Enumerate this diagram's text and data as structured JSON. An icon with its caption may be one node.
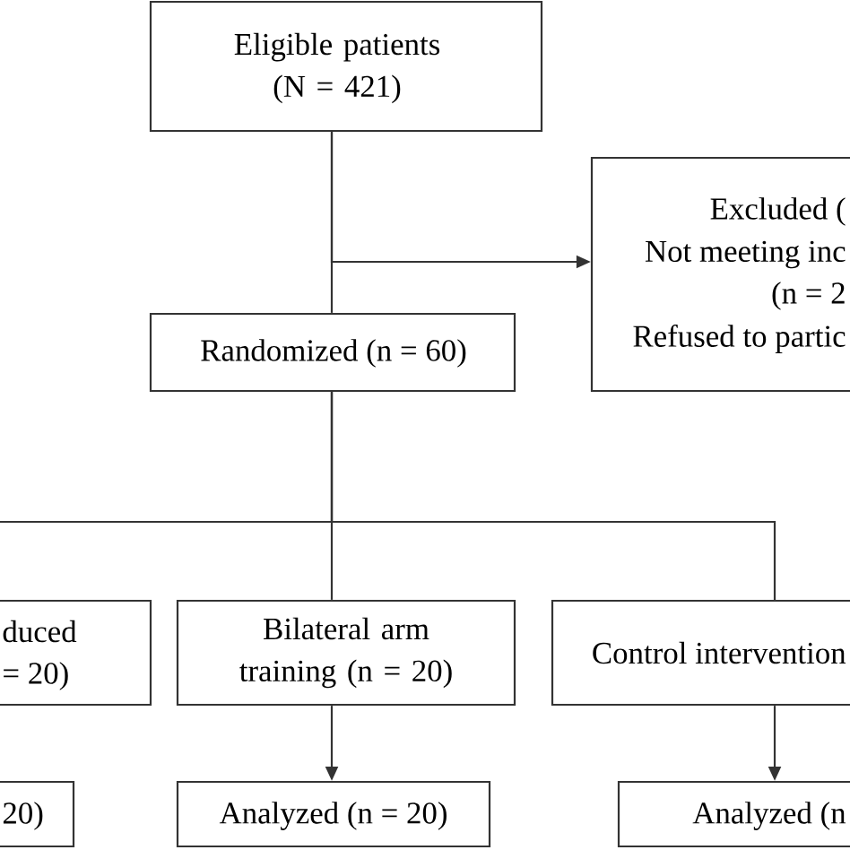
{
  "diagram": {
    "nodes": [
      {
        "text": [
          "Eligible patients (N = 421)"
        ]
      },
      {
        "text": [
          "Excluded (",
          "Not meeting inc",
          "(n = 2",
          "Refused to partic"
        ]
      },
      {
        "text": [
          "Randomized (n = 60)"
        ]
      },
      {
        "text": [
          "duced",
          "= 20)"
        ]
      },
      {
        "text": [
          "Bilateral arm training (n = 20)"
        ]
      },
      {
        "text": [
          "Control intervention"
        ]
      },
      {
        "text": [
          "20)"
        ]
      },
      {
        "text": [
          "Analyzed (n = 20)"
        ]
      },
      {
        "text": [
          "Analyzed (n"
        ]
      }
    ],
    "edges": [
      {
        "from": 0,
        "to": 2,
        "arrow": "none"
      },
      {
        "from": 0,
        "to": 1,
        "arrow": "to"
      },
      {
        "from": 2,
        "to": 3,
        "arrow": "none"
      },
      {
        "from": 2,
        "to": 4,
        "arrow": "none"
      },
      {
        "from": 2,
        "to": 5,
        "arrow": "none"
      },
      {
        "from": 4,
        "to": 7,
        "arrow": "to"
      },
      {
        "from": 5,
        "to": 8,
        "arrow": "to"
      }
    ]
  }
}
